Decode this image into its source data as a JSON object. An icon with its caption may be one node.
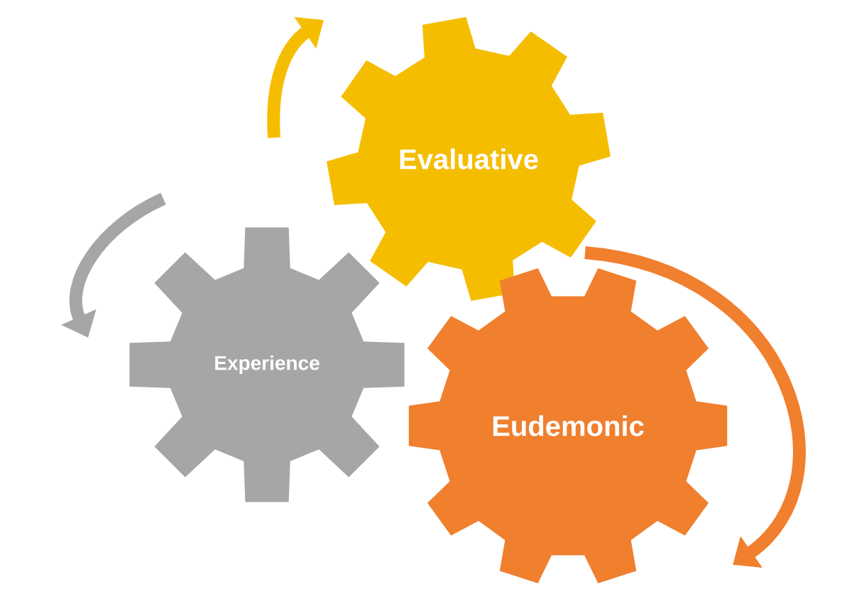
{
  "diagram": {
    "nodes": [
      {
        "text": [
          "Evaluative"
        ]
      },
      {
        "text": [
          "Experience"
        ]
      },
      {
        "text": [
          "Eudemonic"
        ]
      }
    ]
  }
}
